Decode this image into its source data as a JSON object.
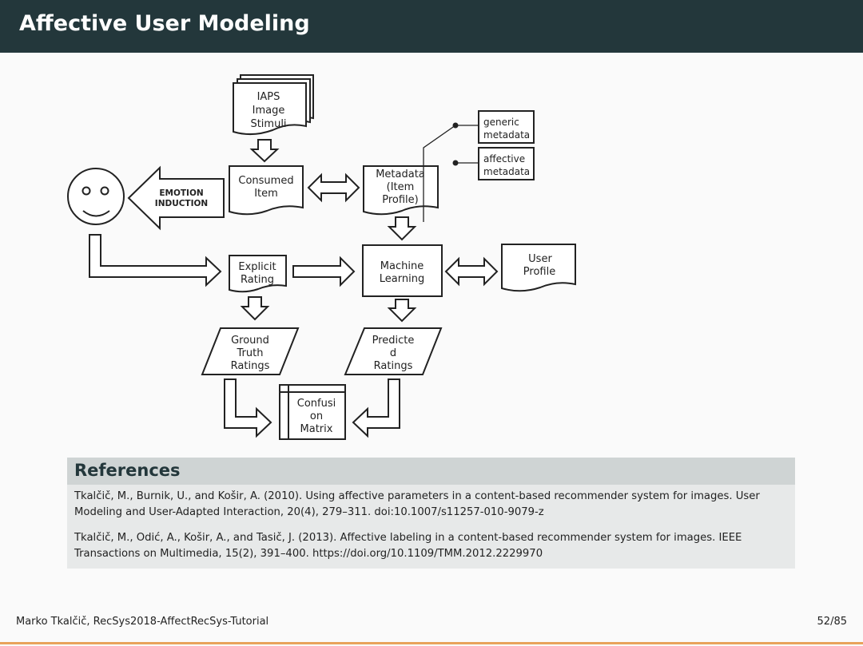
{
  "slide": {
    "title": "Affective User Modeling"
  },
  "diagram": {
    "iaps_line1": "IAPS",
    "iaps_line2": "Image",
    "iaps_line3": "Stimuli",
    "consumed_line1": "Consumed",
    "consumed_line2": "Item",
    "metadata_line1": "Metadata",
    "metadata_line2": "(Item",
    "metadata_line3": "Profile)",
    "generic_line1": "generic",
    "generic_line2": "metadata",
    "affective_line1": "affective",
    "affective_line2": "metadata",
    "emotion_line1": "EMOTION",
    "emotion_line2": "INDUCTION",
    "explicit_line1": "Explicit",
    "explicit_line2": "Rating",
    "ml_line1": "Machine",
    "ml_line2": "Learning",
    "user_line1": "User",
    "user_line2": "Profile",
    "ground_line1": "Ground",
    "ground_line2": "Truth",
    "ground_line3": "Ratings",
    "predicted_line1": "Predicte",
    "predicted_line2": "d",
    "predicted_line3": "Ratings",
    "confusion_line1": "Confusi",
    "confusion_line2": "on",
    "confusion_line3": "Matrix"
  },
  "references": {
    "heading": "References",
    "ref1_line1": "Tkalčič, M., Burnik, U., and Košir, A. (2010). Using affective parameters in a content-based recommender system for images. User",
    "ref1_line2": "Modeling and User-Adapted Interaction, 20(4), 279–311. doi:10.1007/s11257-010-9079-z",
    "ref2_line1": "Tkalčič, M., Odić, A., Košir, A., and Tasič, J. (2013). Affective labeling in a content-based recommender system for images. IEEE",
    "ref2_line2": "Transactions on Multimedia, 15(2), 391–400. https://doi.org/10.1109/TMM.2012.2229970"
  },
  "footer": {
    "author": "Marko Tkalčič, RecSys2018-AffectRecSys-Tutorial",
    "page": "52/85"
  },
  "colors": {
    "title_bar": "#23373b",
    "accent_line": "#e8a25b",
    "refs_background": "#e7e9e9"
  }
}
